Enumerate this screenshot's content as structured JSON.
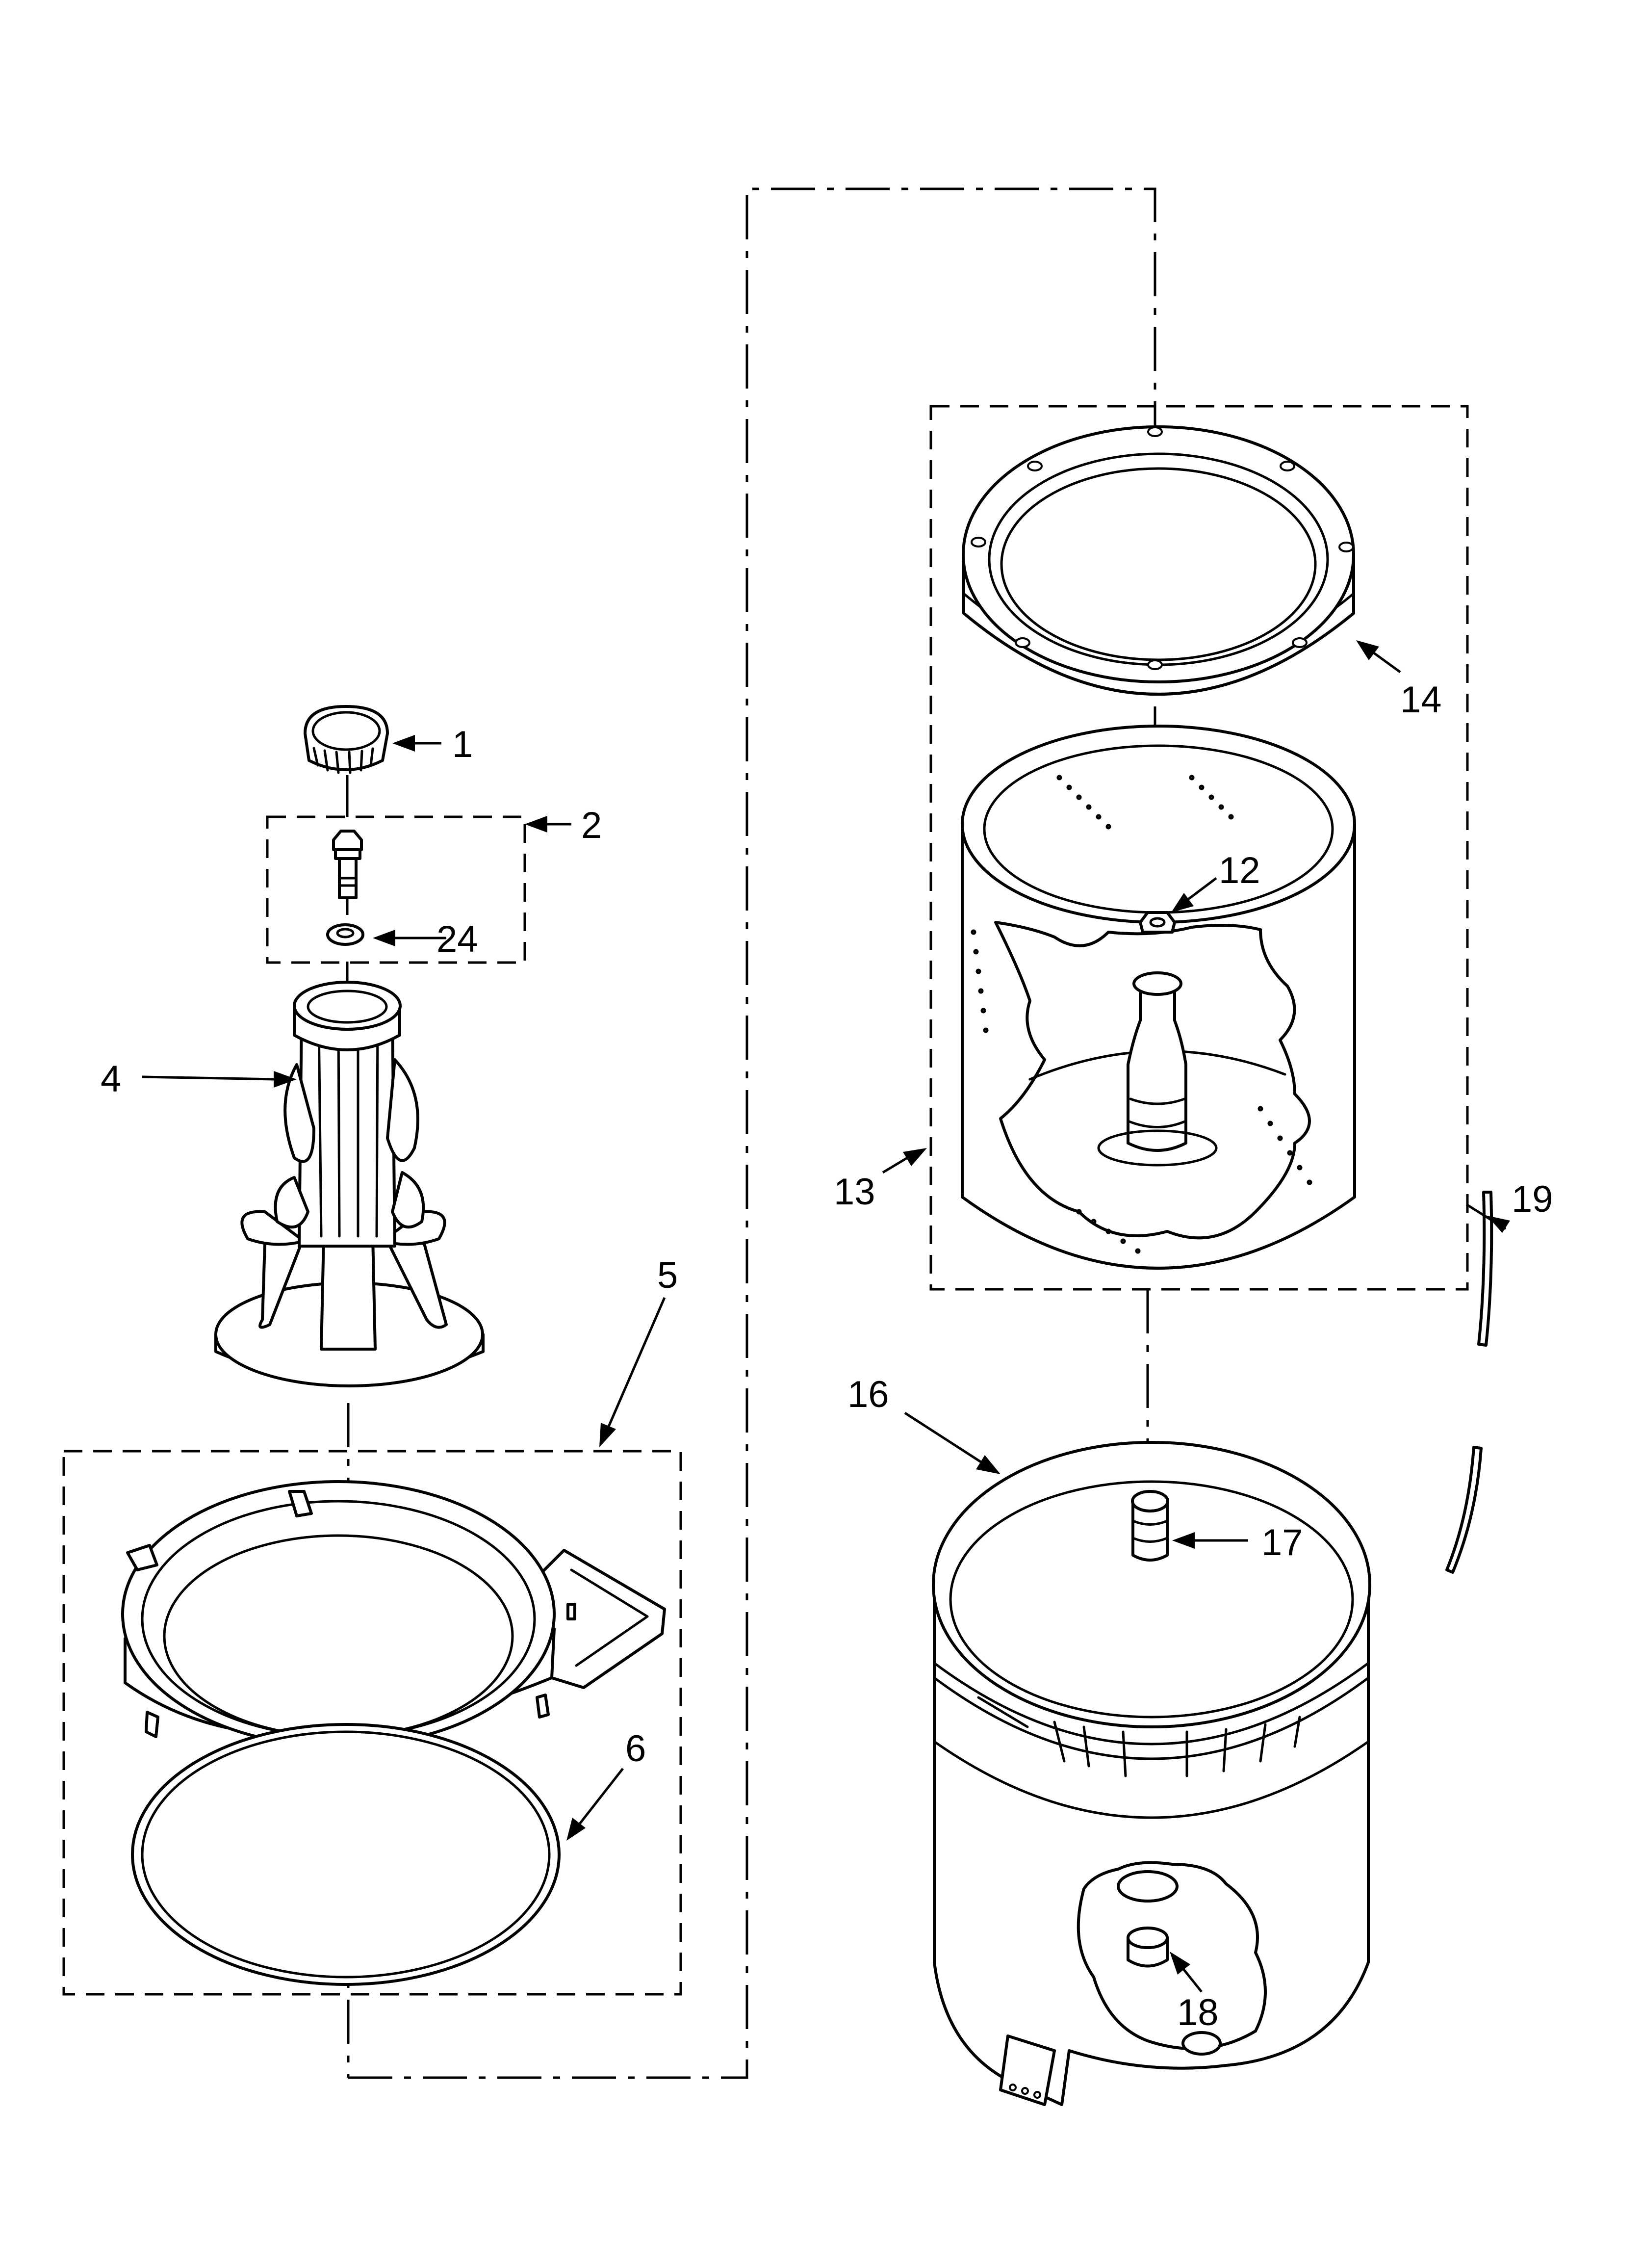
{
  "callouts": [
    {
      "id": "c1",
      "label": "1"
    },
    {
      "id": "c2",
      "label": "2"
    },
    {
      "id": "c4",
      "label": "4"
    },
    {
      "id": "c5",
      "label": "5"
    },
    {
      "id": "c6",
      "label": "6"
    },
    {
      "id": "c12",
      "label": "12"
    },
    {
      "id": "c13",
      "label": "13"
    },
    {
      "id": "c14",
      "label": "14"
    },
    {
      "id": "c16",
      "label": "16"
    },
    {
      "id": "c17",
      "label": "17"
    },
    {
      "id": "c18",
      "label": "18"
    },
    {
      "id": "c19",
      "label": "19"
    },
    {
      "id": "c24",
      "label": "24"
    }
  ]
}
